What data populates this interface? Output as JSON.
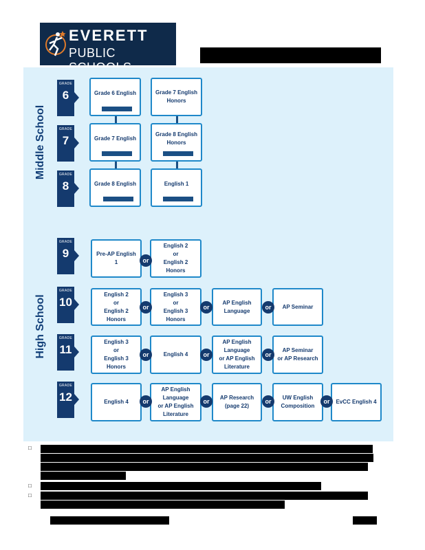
{
  "logo": {
    "line1": "EVERETT",
    "line2": "PUBLIC SCHOOLS",
    "brand_color": "#0f2a4a"
  },
  "sections": {
    "middle": "Middle School",
    "high": "High School"
  },
  "grade_label": "GRADE",
  "grades": [
    "6",
    "7",
    "8",
    "9",
    "10",
    "11",
    "12"
  ],
  "connector": "or",
  "courses": {
    "g6": [
      "Grade 6 English",
      "Grade 7 English\nHonors"
    ],
    "g7": [
      "Grade 7 English",
      "Grade 8 English\nHonors"
    ],
    "g8": [
      "Grade 8 English",
      "English 1"
    ],
    "g9": [
      "Pre-AP English 1",
      "English 2\nor\nEnglish 2 Honors"
    ],
    "g10": [
      "English 2\nor\nEnglish 2 Honors",
      "English 3\nor\nEnglish 3 Honors",
      "AP English\nLanguage",
      "AP Seminar"
    ],
    "g11": [
      "English 3\nor\nEnglish 3 Honors",
      "English 4",
      "AP English\nLanguage\nor AP English\nLiterature",
      "AP Seminar\nor AP Research"
    ],
    "g12": [
      "English 4",
      "AP English\nLanguage\nor AP English\nLiterature",
      "AP Research\n(page 22)",
      "UW English\nComposition",
      "EvCC English 4"
    ]
  },
  "colors": {
    "panel": "#ddf1fb",
    "navy": "#143a6e",
    "box_border": "#1e88c9"
  },
  "bullet_icon": "square-bullet"
}
